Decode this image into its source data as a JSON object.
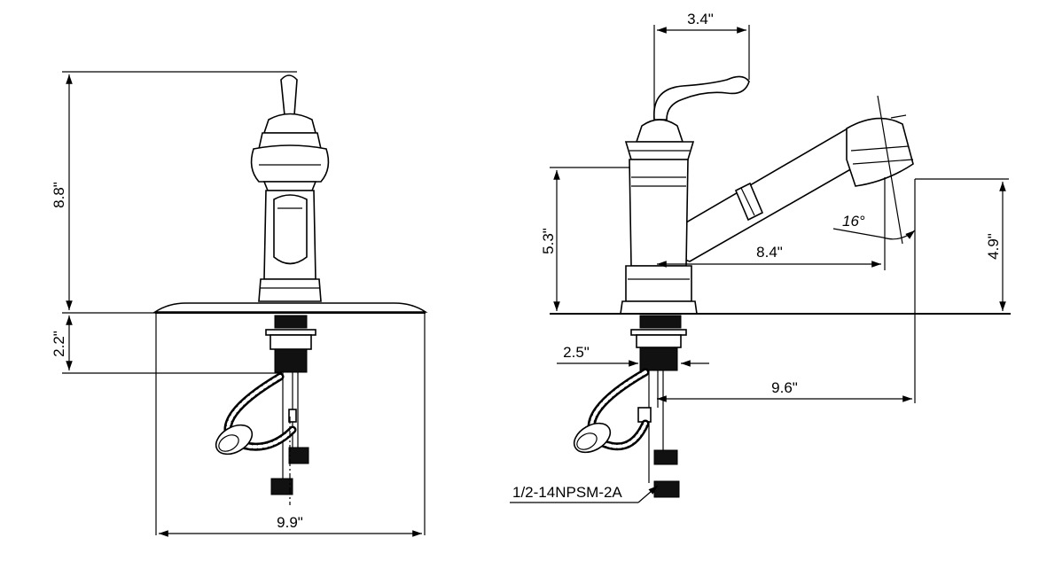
{
  "front_view": {
    "height_label": "8.8\"",
    "below_deck_label": "2.2\"",
    "plate_width_label": "9.9\""
  },
  "side_view": {
    "handle_reach_label": "3.4\"",
    "body_height_label": "5.3\"",
    "spout_reach_label": "8.4\"",
    "spray_angle_label": "16°",
    "spout_height_label": "4.9\"",
    "shank_label": "2.5\"",
    "hose_reach_label": "9.6\"",
    "thread_label": "1/2-14NPSM-2A"
  }
}
